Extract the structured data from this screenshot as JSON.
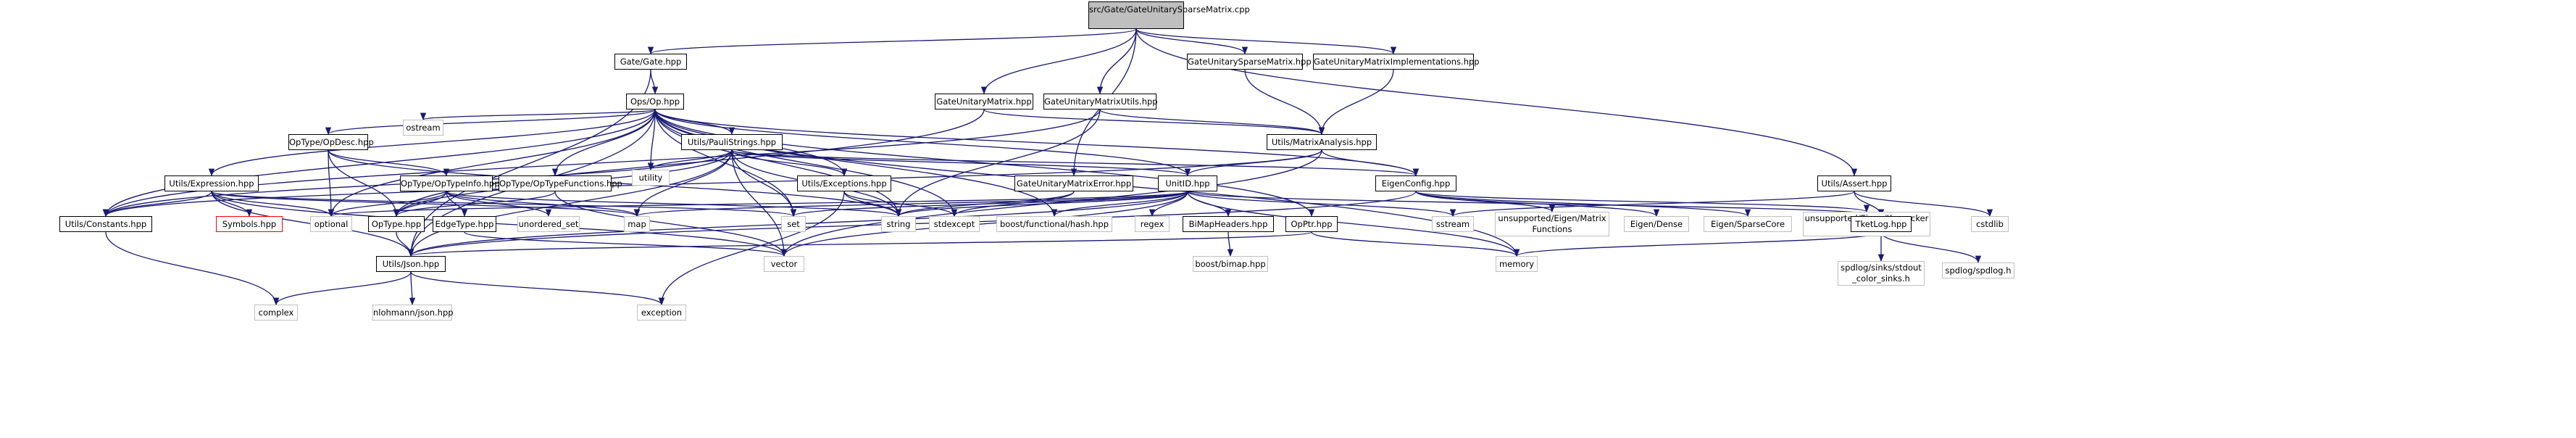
{
  "nodes": {
    "root": "src/Gate/GateUnitarySparseMatrix.cpp",
    "gate": "Gate/Gate.hpp",
    "op": "Ops/Op.hpp",
    "gum": "GateUnitaryMatrix.hpp",
    "gumu": "GateUnitaryMatrixUtils.hpp",
    "gusm": "GateUnitarySparseMatrix.hpp",
    "gumi": "GateUnitaryMatrixImplementations.hpp",
    "assert": "Utils/Assert.hpp",
    "ostream": "ostream",
    "opdesc": "OpType/OpDesc.hpp",
    "pauli": "Utils/PauliStrings.hpp",
    "matanal": "Utils/MatrixAnalysis.hpp",
    "expr": "Utils/Expression.hpp",
    "optypeinfo": "OpType/OpTypeInfo.hpp",
    "optypefn": "OpType/OpTypeFunctions.hpp",
    "utility": "utility",
    "exceptions": "Utils/Exceptions.hpp",
    "gumerr": "GateUnitaryMatrixError.hpp",
    "unitid": "UnitID.hpp",
    "eigencfg": "EigenConfig.hpp",
    "cstdlib": "cstdlib",
    "constants": "Utils/Constants.hpp",
    "symbols": "Symbols.hpp",
    "optional": "optional",
    "optype": "OpType.hpp",
    "edgetype": "EdgeType.hpp",
    "map": "map",
    "unordered_set": "unordered_set",
    "set": "set",
    "string": "string",
    "stdexcept": "stdexcept",
    "boosthash": "boost/functional/hash.hpp",
    "regex": "regex",
    "bimapheaders": "BiMapHeaders.hpp",
    "opptr": "OpPtr.hpp",
    "sstream": "sstream",
    "unsmatfn": "unsupported/Eigen/Matrix Functions",
    "eigendense": "Eigen/Dense",
    "eigensparse": "Eigen/SparseCore",
    "unskron": "unsupported/Eigen/Kronecker Product",
    "tketlog": "TketLog.hpp",
    "json": "Utils/Json.hpp",
    "vector": "vector",
    "memory": "memory",
    "boostbimap": "boost/bimap.hpp",
    "spdlogsinks": "spdlog/sinks/stdout _color_sinks.h",
    "spdlog": "spdlog/spdlog.h",
    "complex": "complex",
    "nlohmann": "nlohmann/json.hpp",
    "exception": "exception"
  },
  "colors": {
    "edge": "#191970",
    "root_fill": "#bfbfbf",
    "external_border": "#bfbfbf",
    "missing_border": "#ff0000"
  }
}
